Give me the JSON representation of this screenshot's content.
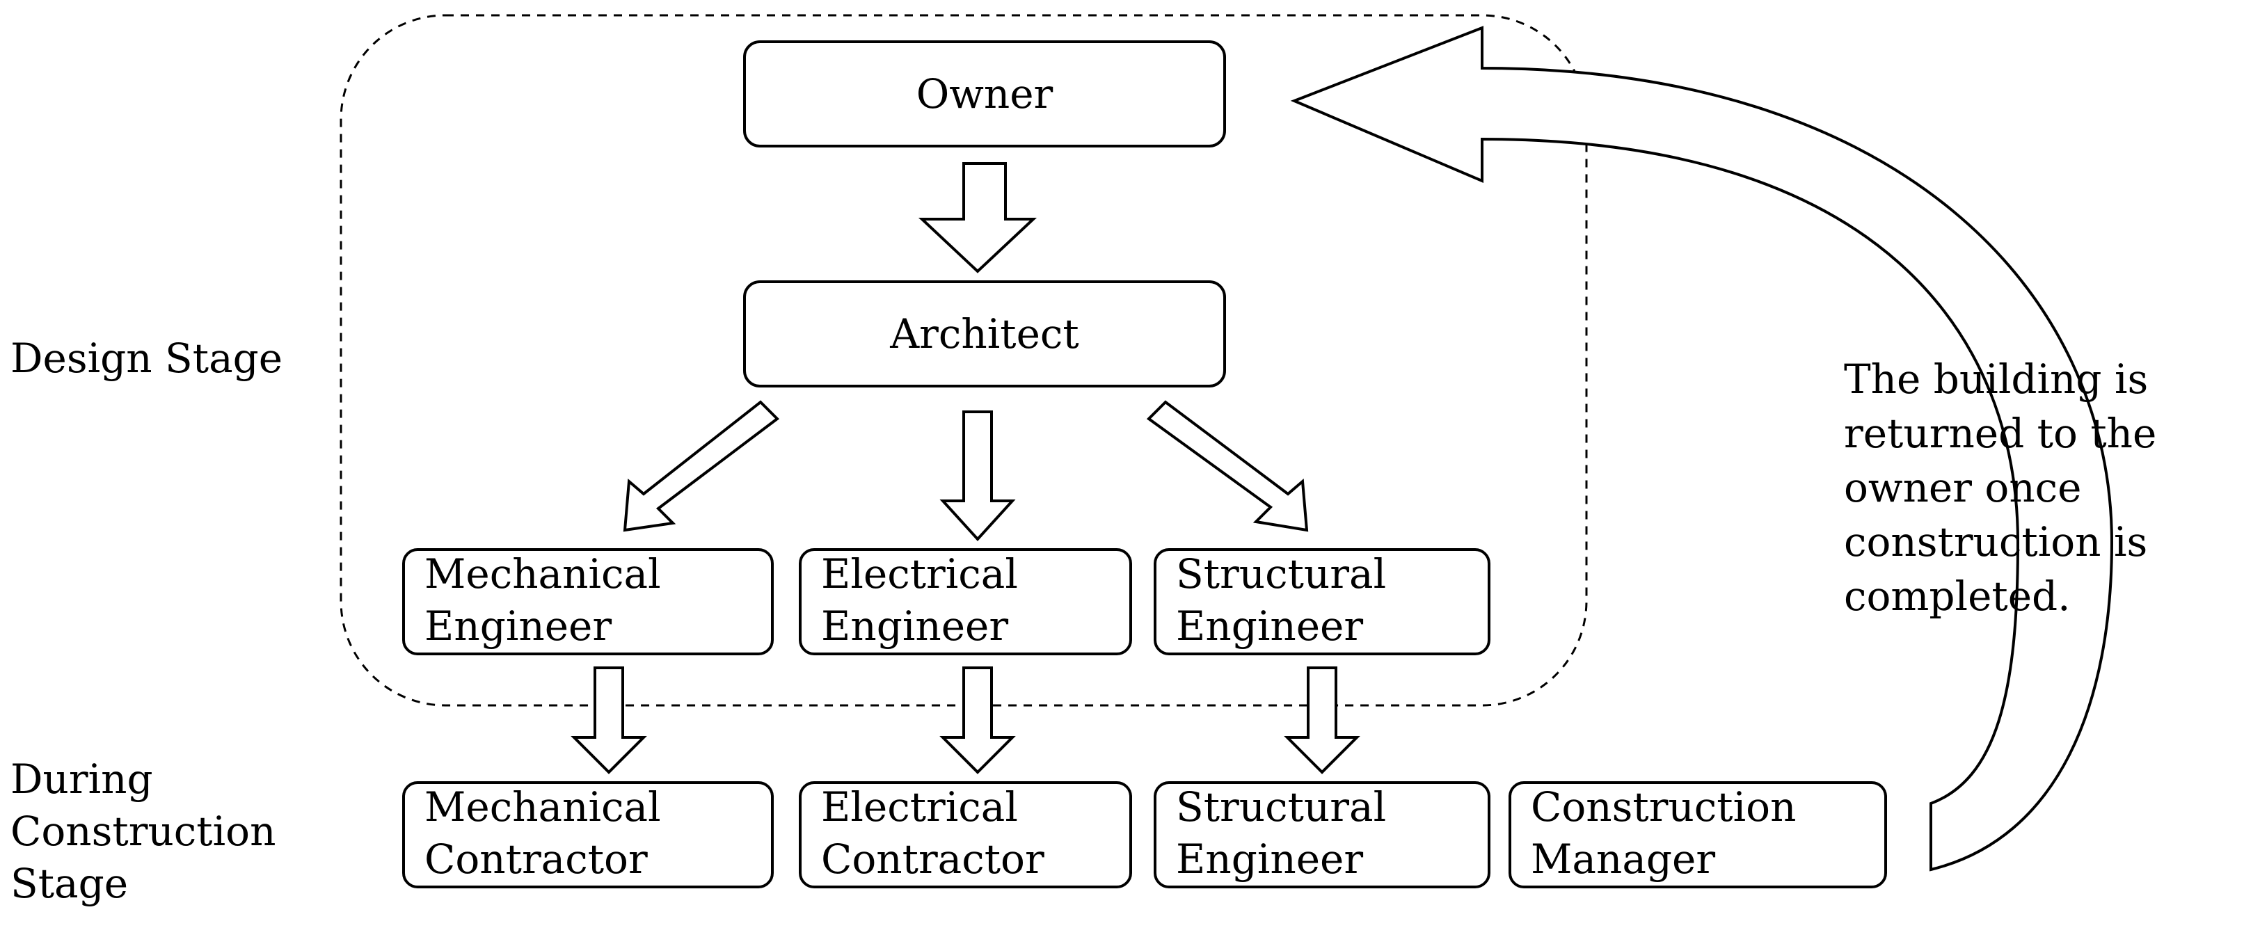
{
  "nodes": {
    "owner": "Owner",
    "architect": "Architect",
    "mech_engineer": [
      "Mechanical",
      "Engineer"
    ],
    "elec_engineer": [
      "Electrical",
      "Engineer"
    ],
    "struct_engineer": [
      "Structural",
      "Engineer"
    ],
    "mech_contractor": [
      "Mechanical",
      "Contractor"
    ],
    "elec_contractor": [
      "Electrical",
      "Contractor"
    ],
    "struct_engineer_construction": [
      "Structural",
      "Engineer"
    ],
    "construction_manager": [
      "Construction",
      "Manager"
    ]
  },
  "stages": {
    "design": "Design Stage",
    "construction": [
      "During",
      "Construction",
      "Stage"
    ]
  },
  "note": [
    "The building is",
    "returned to the",
    "owner once",
    "construction is",
    "completed."
  ],
  "colors": {
    "stroke": "#000000",
    "fill": "#ffffff",
    "text": "#000000"
  }
}
